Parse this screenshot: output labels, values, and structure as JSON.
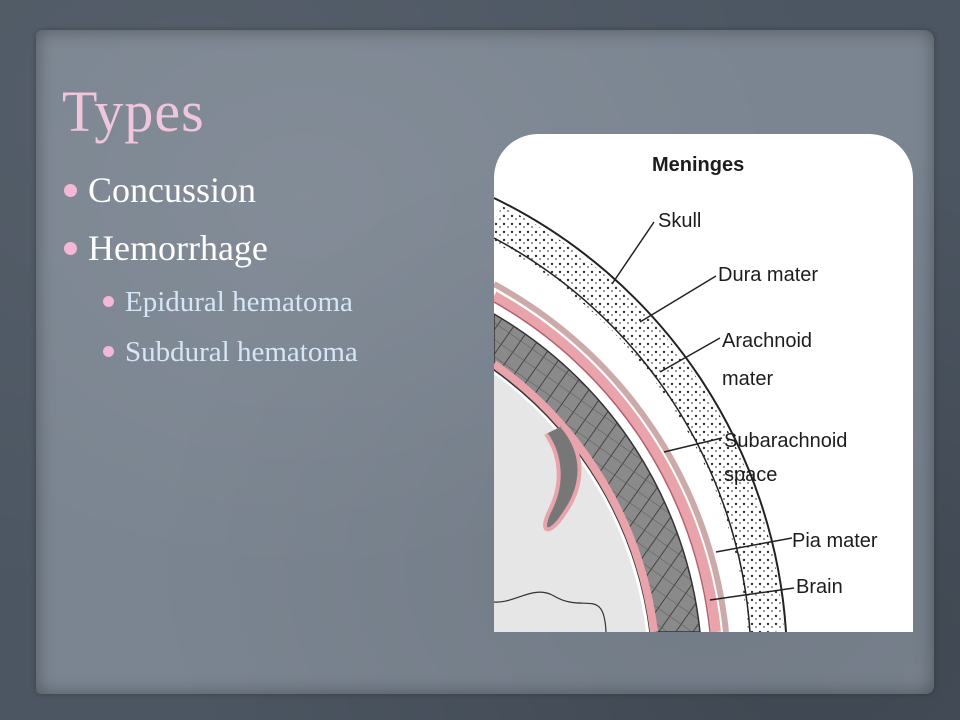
{
  "slide": {
    "title": "Types",
    "bullets": [
      {
        "label": "Concussion",
        "children": []
      },
      {
        "label": "Hemorrhage",
        "children": [
          {
            "label": "Epidural hematoma"
          },
          {
            "label": "Subdural hematoma"
          }
        ]
      }
    ]
  },
  "figure": {
    "heading": "Meninges",
    "labels": {
      "skull": "Skull",
      "dura": "Dura mater",
      "arachnoid_line1": "Arachnoid",
      "arachnoid_line2": "mater",
      "subarachnoid_line1": "Subarachnoid",
      "subarachnoid_line2": "space",
      "pia": "Pia mater",
      "brain": "Brain"
    }
  },
  "colors": {
    "background": "#4c5662",
    "panel": "#7b8591",
    "title": "#f0c6dc",
    "bullet_dot": "#f2b8d6",
    "level1_text": "#ffffff",
    "level2_text": "#d6e6f6",
    "pia_layer": "#e8a3ab",
    "subarachnoid_layer": "#777777"
  }
}
